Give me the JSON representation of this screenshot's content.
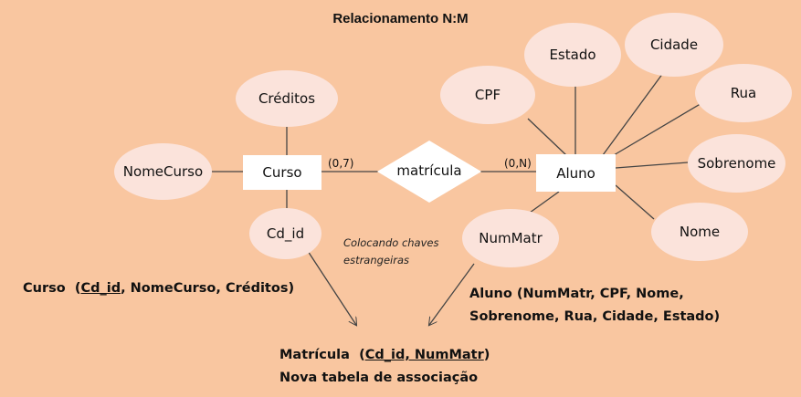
{
  "title": "Relacionamento N:M",
  "entities": {
    "curso": "Curso",
    "aluno": "Aluno"
  },
  "relationship": {
    "label": "matrícula",
    "card_left": "(0,7)",
    "card_right": "(0,N)"
  },
  "attributes": {
    "creditos": "Créditos",
    "nomecurso": "NomeCurso",
    "cd_id": "Cd_id",
    "cpf": "CPF",
    "estado": "Estado",
    "cidade": "Cidade",
    "rua": "Rua",
    "sobrenome": "Sobrenome",
    "nome": "Nome",
    "nummatr": "NumMatr"
  },
  "note": {
    "line1": "Colocando chaves",
    "line2": "estrangeiras"
  },
  "schemas": {
    "curso": {
      "name": "Curso",
      "open": "(",
      "pk": "Cd_id",
      "rest": ", NomeCurso, Créditos)"
    },
    "aluno": {
      "line1": "Aluno  (NumMatr, CPF, Nome,",
      "line2": "Sobrenome, Rua, Cidade, Estado)"
    },
    "matricula": {
      "name": "Matrícula",
      "open": "(",
      "pk": "Cd_id, NumMatr",
      "close": ")",
      "subtitle": "Nova tabela de associação"
    }
  },
  "colors": {
    "background": "#f9c6a0",
    "attribute_fill": "#fbe3db",
    "entity_fill": "#ffffff",
    "line": "#444444"
  }
}
